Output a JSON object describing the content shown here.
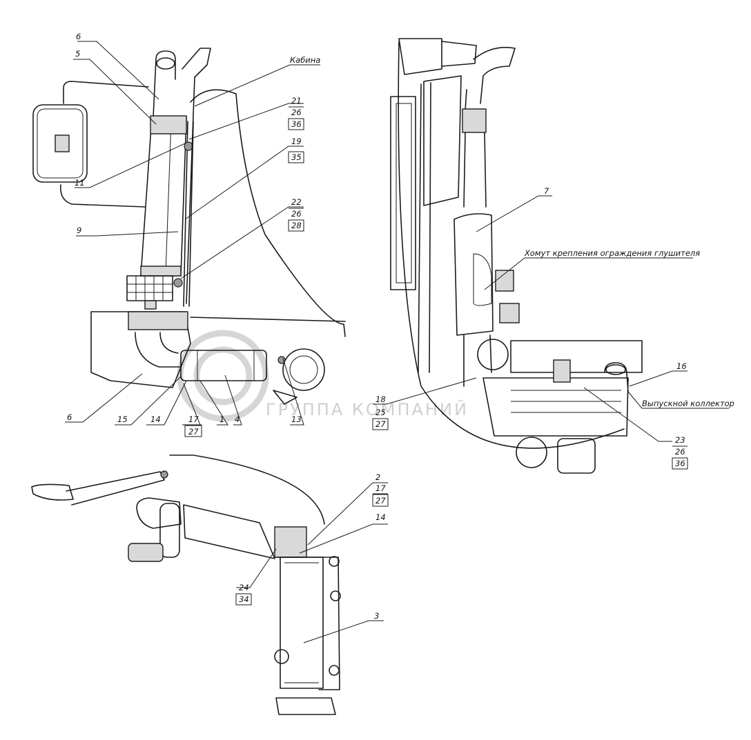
{
  "notes": {
    "cab": "Кабина",
    "clamp": "Хомут крепления ограждения глушителя",
    "manifold": "Выпускной коллектор"
  },
  "watermark": {
    "tagline": "ГРУППА КОМПАНИЙ",
    "color": "#cfcfcf"
  },
  "callouts": {
    "c6a": "6",
    "c5": "5",
    "c11": "11",
    "c9": "9",
    "c6b": "6",
    "c15": "15",
    "c14a": "14",
    "c17a": "17",
    "c27a": "27",
    "c1": "1",
    "c4": "4",
    "c13": "13",
    "c21": "21",
    "c26a": "26",
    "c36a": "36",
    "c19": "19",
    "c35": "35",
    "c22": "22",
    "c26b": "26",
    "c28": "28",
    "c7": "7",
    "c16": "16",
    "c18": "18",
    "c25": "25",
    "c27b": "27",
    "c23": "23",
    "c26c": "26",
    "c36b": "36",
    "c2": "2",
    "c17b": "17",
    "c27c": "27",
    "c14b": "14",
    "c24": "24",
    "c34": "34",
    "c3": "3"
  }
}
